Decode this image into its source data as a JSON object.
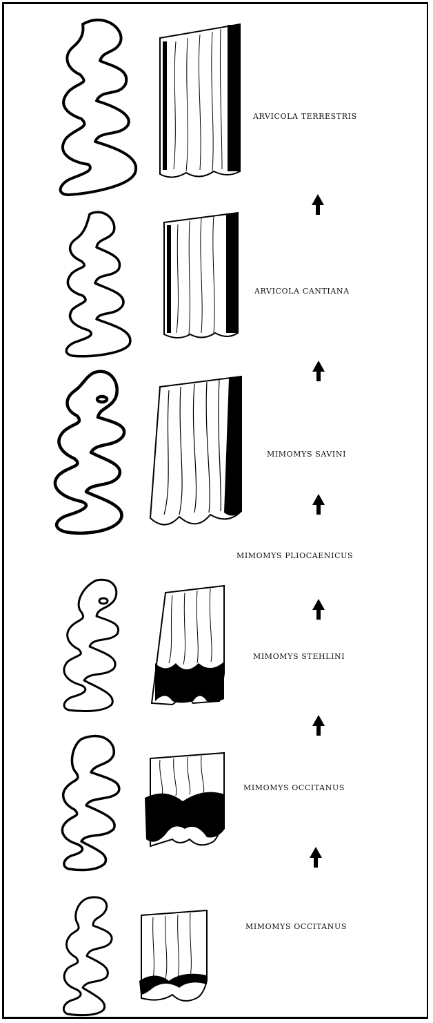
{
  "species": [
    {
      "name": "ARVICOLA TERRESTRIS"
    },
    {
      "name": "ARVICOLA CANTIANA"
    },
    {
      "name": "MIMOMYS SAVINI"
    },
    {
      "name": "MIMOMYS PLIOCAENICUS"
    },
    {
      "name": "MIMOMYS STEHLINI"
    },
    {
      "name": "MIMOMYS OCCITANUS"
    },
    {
      "name": "MIMOMYS OCCITANUS"
    }
  ],
  "colors": {
    "ink": "#000000",
    "paper": "#ffffff"
  }
}
